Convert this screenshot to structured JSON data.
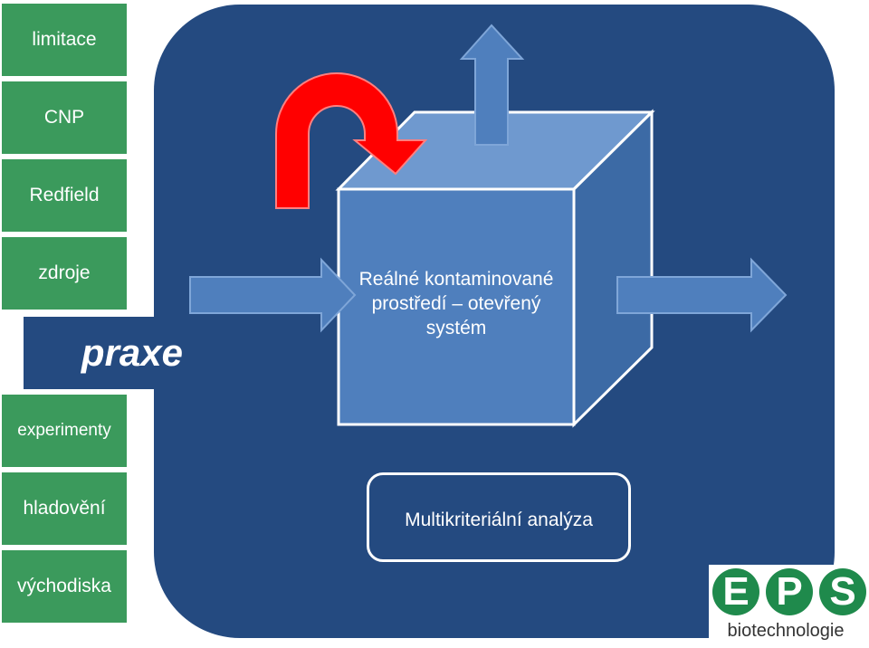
{
  "sidebar": {
    "items": [
      {
        "label": "limitace"
      },
      {
        "label": "CNP"
      },
      {
        "label": "Redfield"
      },
      {
        "label": "zdroje"
      },
      {
        "label": "experimenty"
      },
      {
        "label": "hladovění"
      },
      {
        "label": "východiska"
      }
    ],
    "active_label": "praxe"
  },
  "diagram": {
    "cube_label": "Reálné kontaminované prostředí – otevřený systém",
    "analysis_label": "Multikriteriální analýza"
  },
  "logo": {
    "letters": [
      "E",
      "P",
      "S"
    ],
    "subtitle": "biotechnologie"
  },
  "colors": {
    "panel": "#244a80",
    "sidebar_button": "#3b9a5c",
    "cube_front": "#4f7fbd",
    "arrow": "#4f7fbd",
    "feedback_arrow": "#ff0000",
    "logo_green": "#1f8a4c"
  }
}
